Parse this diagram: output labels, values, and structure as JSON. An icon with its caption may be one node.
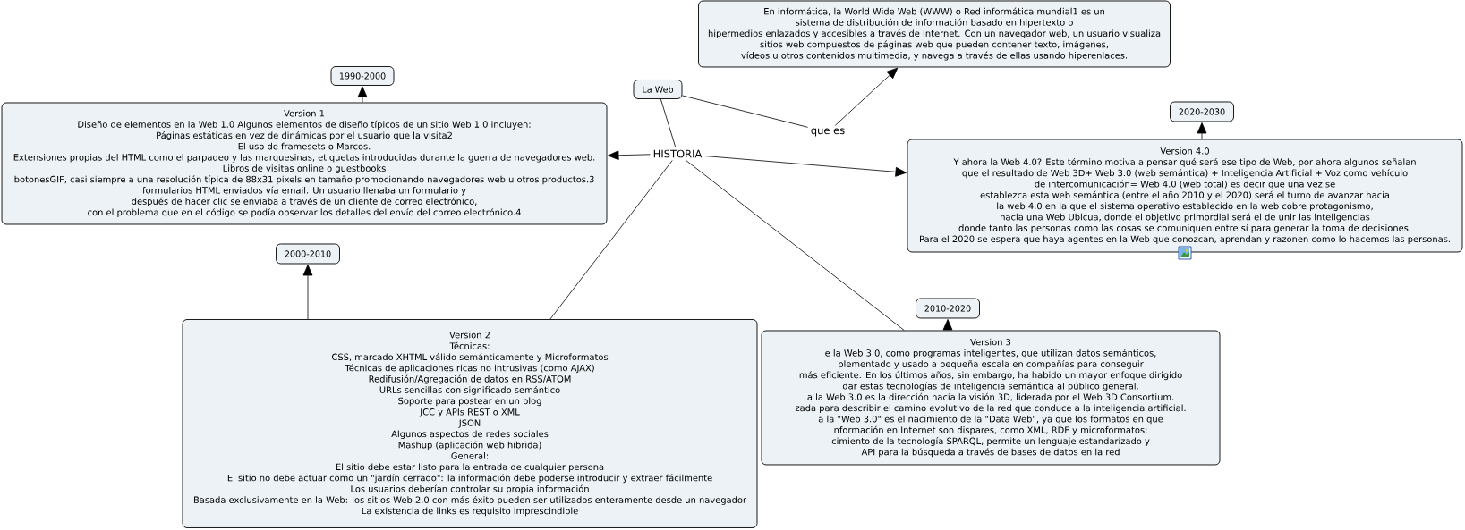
{
  "diagram": {
    "nodes": [
      {
        "text": [
          "La Web"
        ]
      },
      {
        "text": [
          "que es"
        ]
      },
      {
        "text": [
          "En informática, la World Wide Web (WWW) o Red informática mundial1 es un",
          "sistema de distribución de información basado en hipertexto o",
          "hipermedios enlazados y accesibles a través de Internet. Con un navegador web, un usuario visualiza",
          "sitios web compuestos de páginas web que pueden contener texto, imágenes,",
          "vídeos u otros contenidos multimedia, y navega a través de ellas usando hiperenlaces."
        ]
      },
      {
        "text": [
          "HISTORIA"
        ]
      },
      {
        "text": [
          "1990-2000"
        ]
      },
      {
        "text": [
          "Version 1",
          "Diseño de elementos en la Web 1.0 Algunos elementos de diseño típicos de un sitio Web 1.0 incluyen:",
          "Páginas estáticas en vez de dinámicas por el usuario que la visita2",
          "El uso de framesets o Marcos.",
          "Extensiones propias del HTML como el parpadeo y las marquesinas, etiquetas introducidas durante la guerra de navegadores web.",
          "Libros de visitas online o guestbooks",
          "botonesGIF, casi siempre a una resolución típica de 88x31 pixels en tamaño promocionando navegadores web u otros productos.3",
          "formularios HTML enviados vía email. Un usuario llenaba un formulario y",
          "después de hacer clic se enviaba a través de un cliente de correo electrónico,",
          "con el problema que en el código se podía observar los detalles del envío del correo electrónico.4"
        ]
      },
      {
        "text": [
          "2020-2030"
        ]
      },
      {
        "text": [
          "Version 4.0",
          "Y ahora la Web 4.0? Este término motiva a pensar qué será ese tipo de Web, por ahora algunos señalan",
          "que el resultado de Web 3D+ Web 3.0 (web semántica) + Inteligencia Artificial + Voz como vehículo",
          "de intercomunicación= Web 4.0 (web total) es decir que una vez se",
          "establezca esta web semántica (entre el año 2010 y el 2020) será el turno de avanzar hacia",
          "la web 4.0 en la que el sistema operativo establecido en la web cobre protagonismo,",
          "hacia una Web Ubicua, donde el objetivo primordial será el de unir las inteligencias",
          "donde tanto las personas como las cosas se comuniquen entre sí para generar la toma de decisiones.",
          "Para el 2020 se espera que haya agentes en la Web que conozcan, aprendan y razonen como lo hacemos las personas."
        ]
      },
      {
        "text": [
          "2000-2010"
        ]
      },
      {
        "text": [
          "Version 2",
          "Técnicas:",
          "CSS, marcado XHTML válido semánticamente y Microformatos",
          "Técnicas de aplicaciones ricas no intrusivas (como AJAX)",
          "Redifusión/Agregación de datos en RSS/ATOM",
          "URLs sencillas con significado semántico",
          "Soporte para postear en un blog",
          "JCC y APIs REST o XML",
          "JSON",
          "Algunos aspectos de redes sociales",
          "Mashup (aplicación web híbrida)",
          "General:",
          "El sitio debe estar listo para la entrada de cualquier persona",
          "El sitio no debe actuar como un \"jardín cerrado\": la información debe poderse introducir y extraer fácilmente",
          "Los usuarios deberían controlar su propia información",
          "Basada exclusivamente en la Web: los sitios Web 2.0 con más éxito pueden ser utilizados enteramente desde un navegador",
          "La existencia de links es requisito imprescindible"
        ]
      },
      {
        "text": [
          "2010-2020"
        ]
      },
      {
        "text": [
          "Version 3",
          "e la Web 3.0, como programas inteligentes, que utilizan datos semánticos,",
          "plementado y usado a pequeña escala en compañías para conseguir",
          "más eficiente. En los últimos años, sin embargo, ha habido un mayor enfoque dirigido",
          "dar estas tecnologías de inteligencia semántica al público general.",
          "a la Web 3.0 es la dirección hacia la visión 3D, liderada por el Web 3D Consortium.",
          "zada para describir el camino evolutivo de la red que conduce a la inteligencia artificial.",
          "a la \"Web 3.0\" es el nacimiento de la \"Data Web\", ya que los formatos en que",
          "nformación en Internet son dispares, como XML, RDF y microformatos;",
          "cimiento de la tecnología SPARQL, permite un lenguaje estandarizado y",
          "API para la búsqueda a través de bases de datos en la red"
        ]
      }
    ],
    "edges": [
      {
        "from": 0,
        "to": 1,
        "arrow": "none"
      },
      {
        "from": 1,
        "to": 2,
        "arrow": "to"
      },
      {
        "from": 0,
        "to": 3,
        "arrow": "none"
      },
      {
        "from": 3,
        "to": 5,
        "arrow": "to"
      },
      {
        "from": 3,
        "to": 7,
        "arrow": "to"
      },
      {
        "from": 3,
        "to": 9,
        "arrow": "none"
      },
      {
        "from": 3,
        "to": 11,
        "arrow": "none"
      },
      {
        "from": 5,
        "to": 4,
        "arrow": "to"
      },
      {
        "from": 7,
        "to": 6,
        "arrow": "to"
      },
      {
        "from": 9,
        "to": 8,
        "arrow": "to"
      },
      {
        "from": 11,
        "to": 10,
        "arrow": "to"
      }
    ]
  }
}
